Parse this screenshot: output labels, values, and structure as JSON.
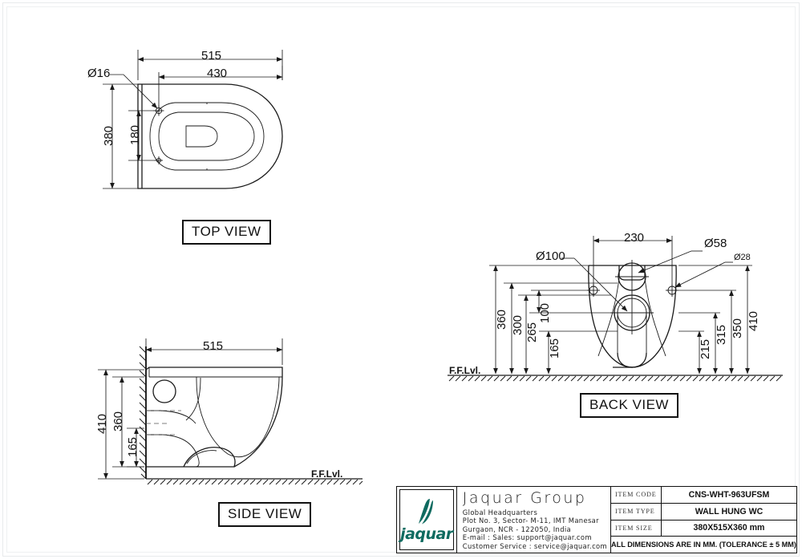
{
  "drawing": {
    "title": "Wall Hung WC Technical Drawing",
    "line_color": "#1a1a1a",
    "background": "#ffffff"
  },
  "views": [
    {
      "id": "top",
      "label": "TOP VIEW"
    },
    {
      "id": "side",
      "label": "SIDE VIEW"
    },
    {
      "id": "back",
      "label": "BACK VIEW"
    }
  ],
  "top_view": {
    "label": "TOP VIEW",
    "dims": {
      "overall_length": "515",
      "bowl_length": "430",
      "overall_width": "380",
      "bolt_spacing": "180",
      "bolt_hole_dia": "Ø16"
    }
  },
  "side_view": {
    "label": "SIDE VIEW",
    "floor_label": "F.F.Lvl.",
    "dims": {
      "projection": "515",
      "top_height": "410",
      "body_height": "360",
      "bottom_height": "165"
    }
  },
  "back_view": {
    "label": "BACK VIEW",
    "floor_label": "F.F.Lvl.",
    "dims": {
      "bolt_spacing": "230",
      "waste_outlet_dia": "Ø100",
      "flush_inlet_dia": "Ø58",
      "bolt_hole_dia": "Ø28",
      "h_360": "360",
      "h_300": "300",
      "h_265": "265",
      "h_165": "165",
      "h_100": "100",
      "h_215": "215",
      "h_315": "315",
      "h_350": "350",
      "h_410": "410"
    }
  },
  "title_block": {
    "brand": "Jaquar Group",
    "logo_word": "jaquar",
    "logo_color": "#0f6b60",
    "address": [
      "Global  Headquarters",
      "Plot No.  3,  Sector-  M-11,  IMT  Manesar",
      "Gurgaon,  NCR  -  122050,  India",
      "E-mail :  Sales:  support@jaquar.com",
      "Customer  Service  :   service@jaquar.com"
    ],
    "specs": [
      {
        "key": "ITEM  CODE",
        "value": "CNS-WHT-963UFSM"
      },
      {
        "key": "ITEM  TYPE",
        "value": "WALL HUNG WC"
      },
      {
        "key": "ITEM  SIZE",
        "value": "380X515X360 mm"
      }
    ],
    "note": "ALL DIMENSIONS ARE IN MM. (TOLERANCE ± 5 MM)"
  }
}
